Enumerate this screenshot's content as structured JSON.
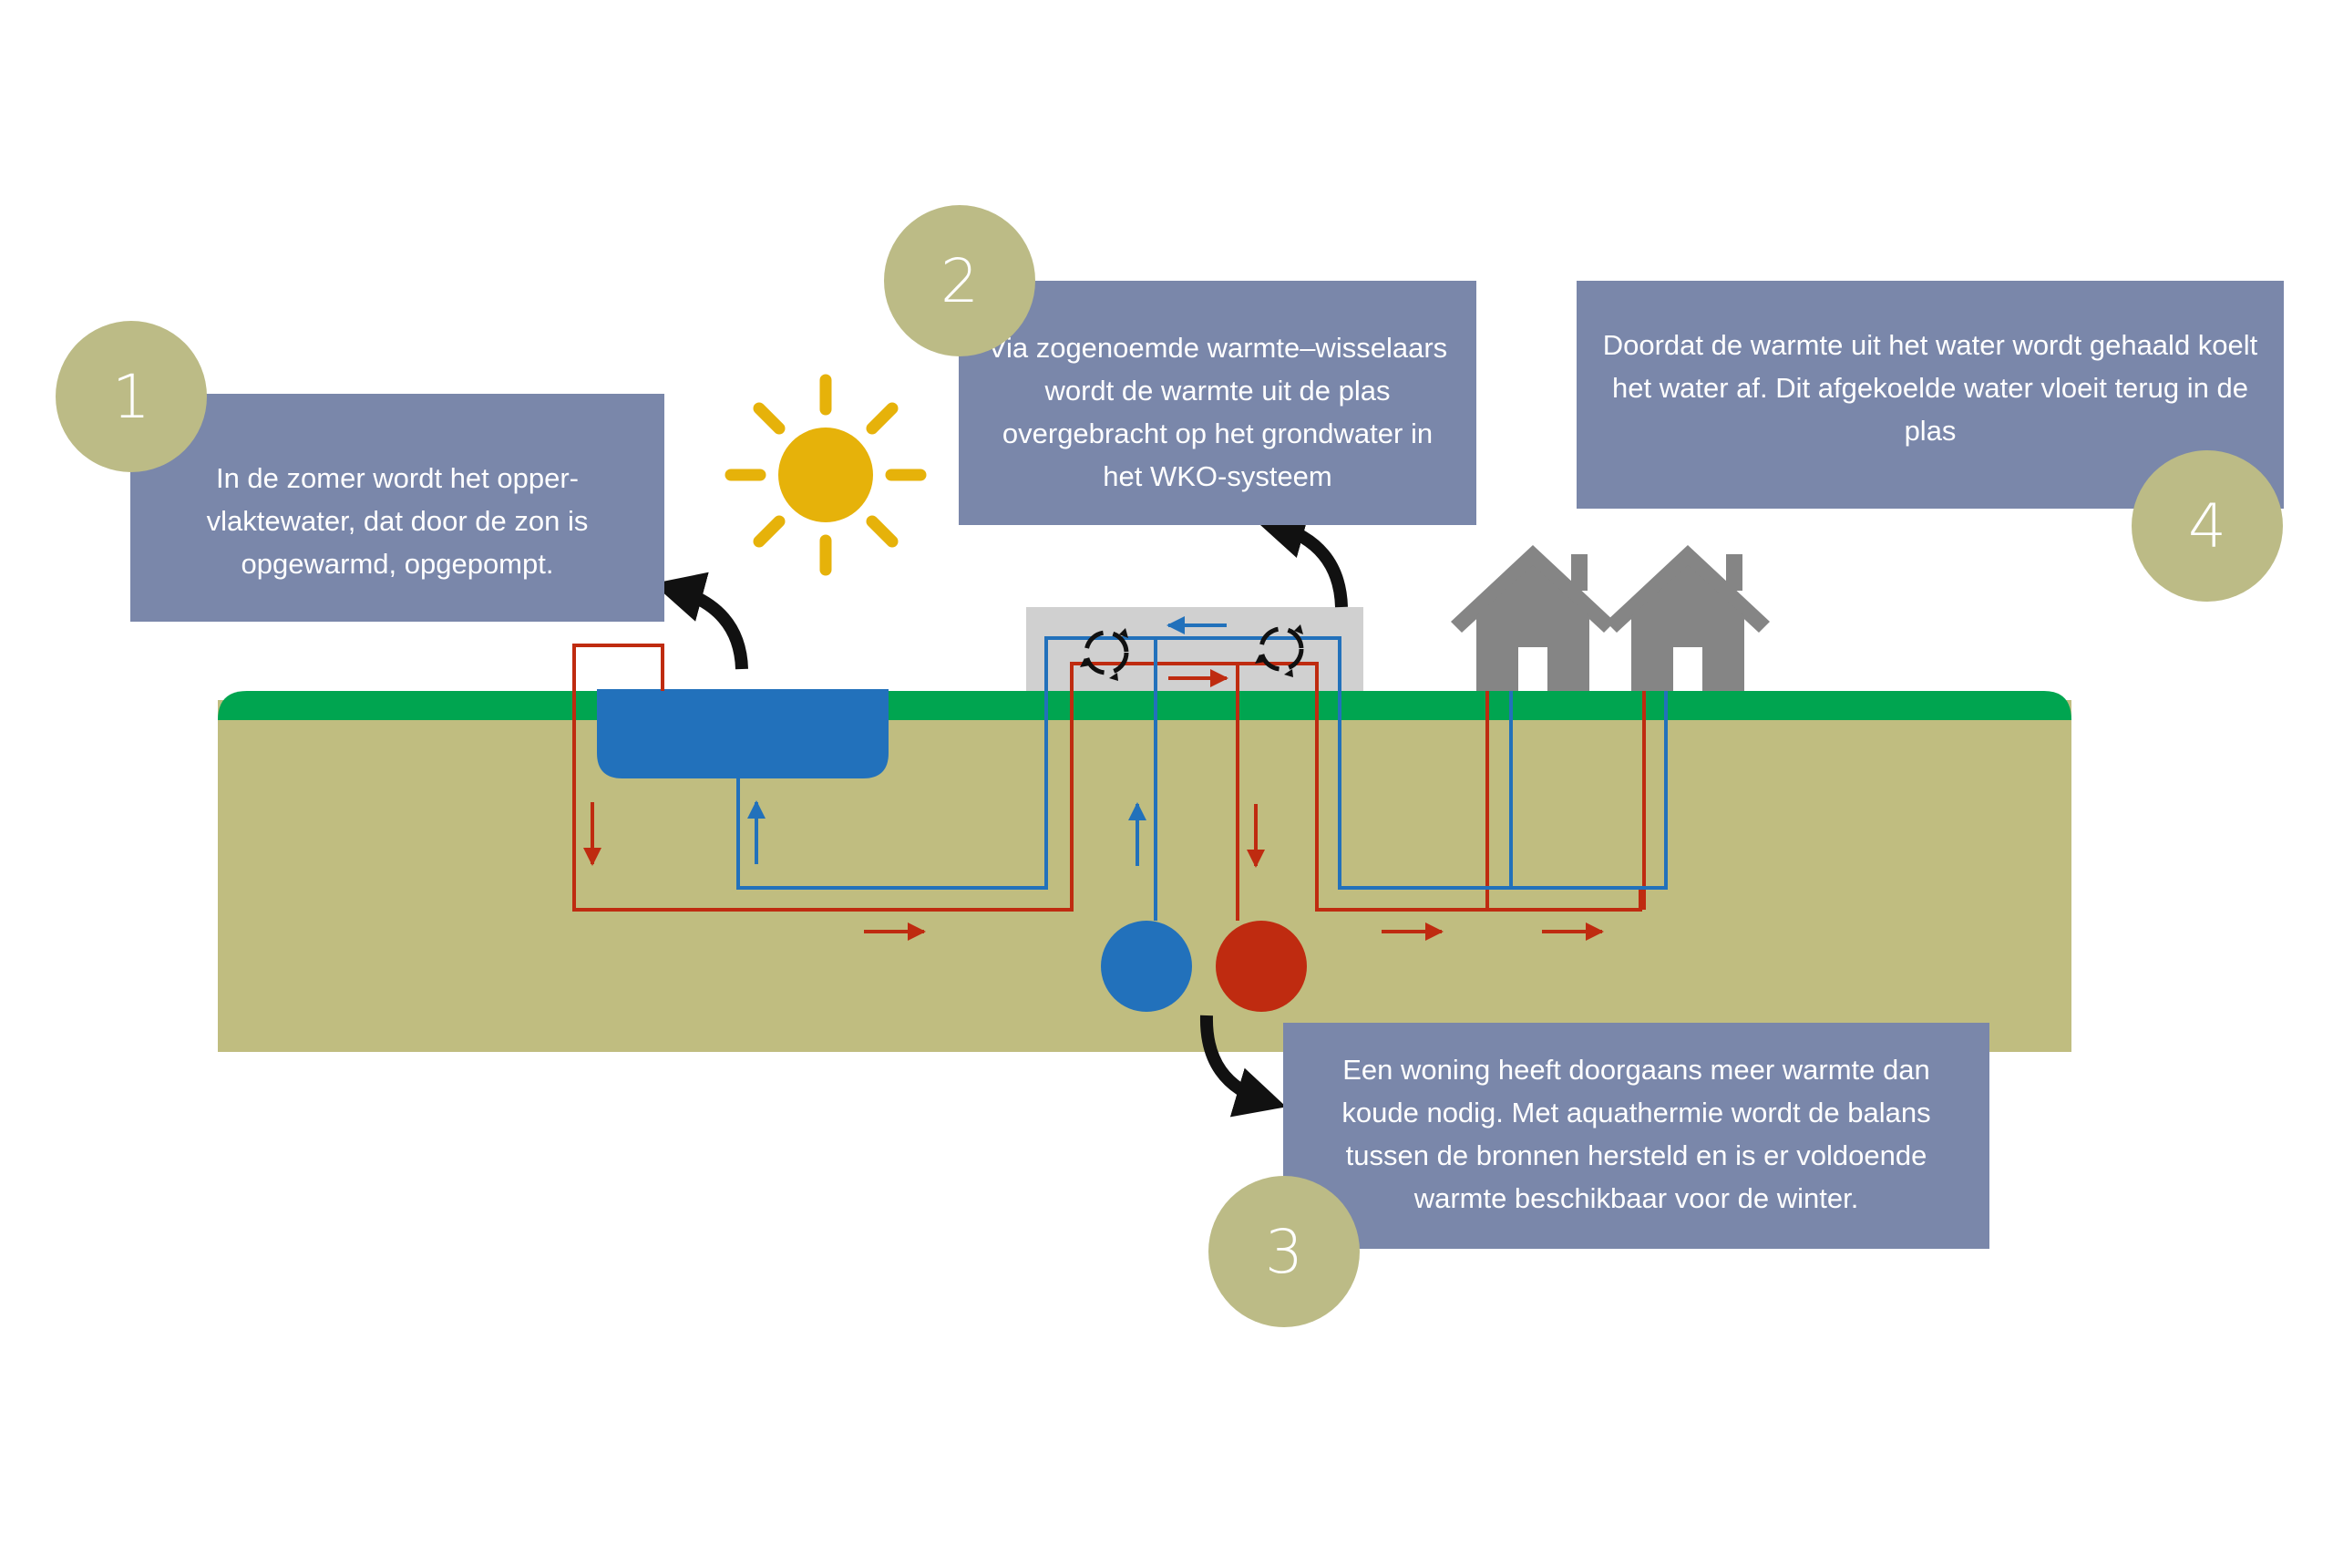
{
  "steps": [
    {
      "number": "1",
      "text": "In de zomer wordt het opper-vlaktewater, dat door de zon is opgewarmd, opgepompt."
    },
    {
      "number": "2",
      "text": "Via zogenoemde warmte–wisselaars wordt de warmte uit de plas overgebracht op het grondwater in het WKO-systeem"
    },
    {
      "number": "3",
      "text": "Een woning heeft doorgaans meer warmte dan koude nodig. Met aquathermie wordt de balans tussen de bronnen hersteld en is er voldoende warmte beschikbaar voor de winter."
    },
    {
      "number": "4",
      "text": "Doordat de warmte uit het water wordt gehaald koelt het water af. Dit afgekoelde water vloeit terug in de plas"
    }
  ],
  "colors": {
    "text_box": "#7a87aa",
    "badge": "#bcbb86",
    "ground": "#c0bd80",
    "grass": "#00a550",
    "pond": "#2271bb",
    "warm_pipe": "#bf2b10",
    "cold_pipe": "#2271bb",
    "sun": "#e6b20a",
    "house": "#858585",
    "heat_exchanger_box": "#d0d0d0",
    "curved_arrow": "#111111"
  },
  "icons": {
    "sun": "sun-icon",
    "houses": "house-icon",
    "heat_exchangers": "recycle-icon",
    "flow_arrows": "curved-arrow-icon"
  }
}
